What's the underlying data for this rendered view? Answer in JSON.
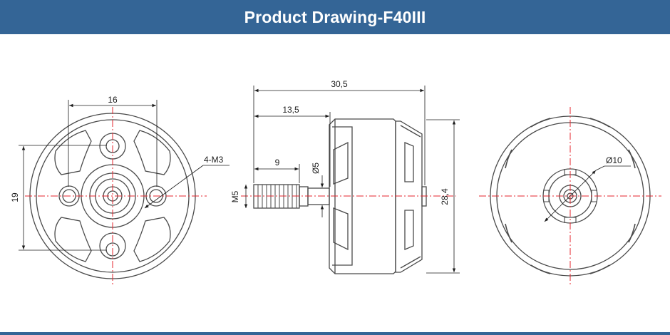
{
  "header": {
    "title": "Product Drawing-F40III"
  },
  "colors": {
    "header_bg": "#346596",
    "outline": "#4a4a4a",
    "centerline": "#e4262c",
    "dimension": "#1c1c1c"
  },
  "front_view": {
    "dim_width": "16",
    "dim_height": "19",
    "dim_holes": "4-M3"
  },
  "side_view": {
    "dim_total_length": "30,5",
    "dim_shaft_length": "13,5",
    "dim_thread_length": "9",
    "dim_shaft_dia": "Ø5",
    "dim_thread": "M5",
    "dim_diameter": "28,4"
  },
  "rear_view": {
    "dim_center_dia": "Ø10"
  }
}
